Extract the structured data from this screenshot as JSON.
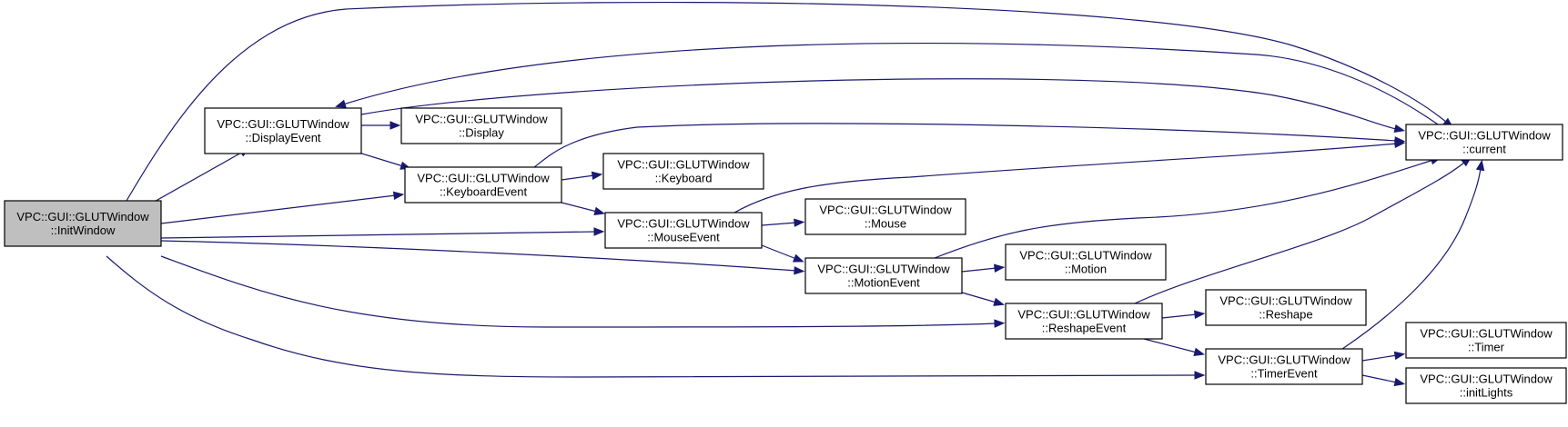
{
  "diagram": {
    "nodes": [
      {
        "id": "initwindow",
        "line1": "VPC::GUI::GLUTWindow",
        "line2": "::InitWindow",
        "root": true
      },
      {
        "id": "displayevent",
        "line1": "VPC::GUI::GLUTWindow",
        "line2": "::DisplayEvent"
      },
      {
        "id": "display",
        "line1": "VPC::GUI::GLUTWindow",
        "line2": "::Display"
      },
      {
        "id": "keyboardevent",
        "line1": "VPC::GUI::GLUTWindow",
        "line2": "::KeyboardEvent"
      },
      {
        "id": "keyboard",
        "line1": "VPC::GUI::GLUTWindow",
        "line2": "::Keyboard"
      },
      {
        "id": "mouseevent",
        "line1": "VPC::GUI::GLUTWindow",
        "line2": "::MouseEvent"
      },
      {
        "id": "mouse",
        "line1": "VPC::GUI::GLUTWindow",
        "line2": "::Mouse"
      },
      {
        "id": "motionevent",
        "line1": "VPC::GUI::GLUTWindow",
        "line2": "::MotionEvent"
      },
      {
        "id": "motion",
        "line1": "VPC::GUI::GLUTWindow",
        "line2": "::Motion"
      },
      {
        "id": "reshapeevent",
        "line1": "VPC::GUI::GLUTWindow",
        "line2": "::ReshapeEvent"
      },
      {
        "id": "reshape",
        "line1": "VPC::GUI::GLUTWindow",
        "line2": "::Reshape"
      },
      {
        "id": "timerevent",
        "line1": "VPC::GUI::GLUTWindow",
        "line2": "::TimerEvent"
      },
      {
        "id": "timer",
        "line1": "VPC::GUI::GLUTWindow",
        "line2": "::Timer"
      },
      {
        "id": "initlights",
        "line1": "VPC::GUI::GLUTWindow",
        "line2": "::initLights"
      },
      {
        "id": "current",
        "line1": "VPC::GUI::GLUTWindow",
        "line2": "::current"
      }
    ],
    "edges": [
      {
        "from": "initwindow",
        "to": "current"
      },
      {
        "from": "initwindow",
        "to": "displayevent"
      },
      {
        "from": "initwindow",
        "to": "keyboardevent"
      },
      {
        "from": "initwindow",
        "to": "mouseevent"
      },
      {
        "from": "initwindow",
        "to": "motionevent"
      },
      {
        "from": "initwindow",
        "to": "reshapeevent"
      },
      {
        "from": "initwindow",
        "to": "timerevent"
      },
      {
        "from": "displayevent",
        "to": "display"
      },
      {
        "from": "displayevent",
        "to": "keyboardevent"
      },
      {
        "from": "displayevent",
        "to": "current"
      },
      {
        "from": "current",
        "to": "displayevent"
      },
      {
        "from": "keyboardevent",
        "to": "keyboard"
      },
      {
        "from": "keyboardevent",
        "to": "mouseevent"
      },
      {
        "from": "keyboardevent",
        "to": "current"
      },
      {
        "from": "mouseevent",
        "to": "mouse"
      },
      {
        "from": "mouseevent",
        "to": "motionevent"
      },
      {
        "from": "mouseevent",
        "to": "current"
      },
      {
        "from": "motionevent",
        "to": "motion"
      },
      {
        "from": "motionevent",
        "to": "reshapeevent"
      },
      {
        "from": "motionevent",
        "to": "current"
      },
      {
        "from": "reshapeevent",
        "to": "reshape"
      },
      {
        "from": "reshapeevent",
        "to": "timerevent"
      },
      {
        "from": "reshapeevent",
        "to": "current"
      },
      {
        "from": "timerevent",
        "to": "timer"
      },
      {
        "from": "timerevent",
        "to": "initlights"
      },
      {
        "from": "timerevent",
        "to": "current"
      }
    ],
    "colors": {
      "edge": "#191970",
      "root_fill": "#bfbfbf",
      "node_fill": "#ffffff",
      "border": "#000000"
    }
  }
}
